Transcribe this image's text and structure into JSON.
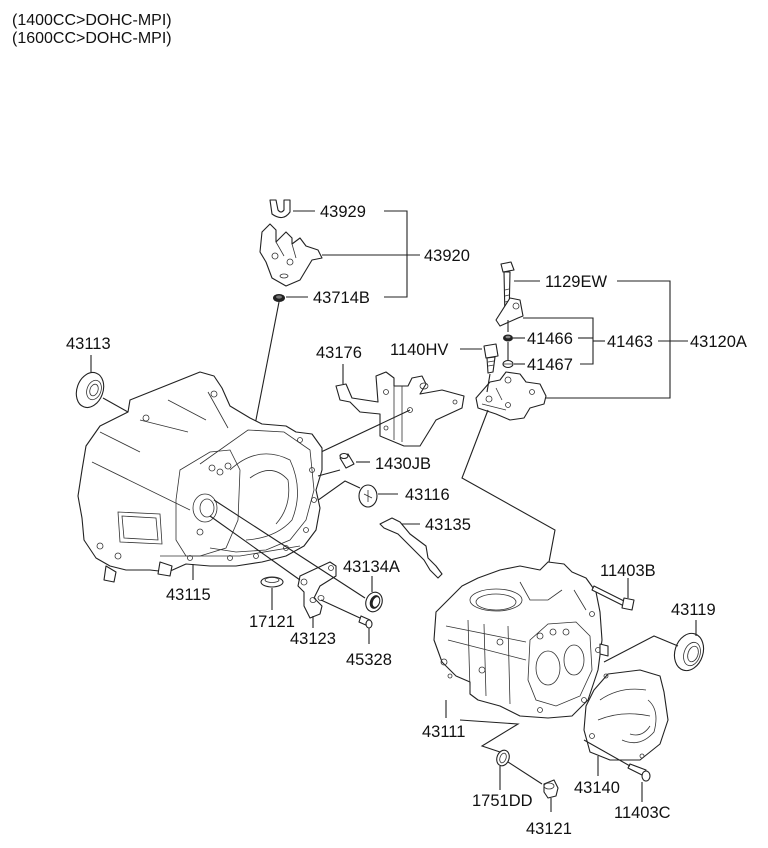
{
  "header": {
    "lines": [
      "(1400CC>DOHC-MPI)",
      "(1600CC>DOHC-MPI)"
    ]
  },
  "diagram": {
    "title": "Transmission case exploded view",
    "parts": {
      "p43929": "43929",
      "p43920": "43920",
      "p43714B": "43714B",
      "p1129EW": "1129EW",
      "p41466": "41466",
      "p41463": "41463",
      "p41467": "41467",
      "p43120A": "43120A",
      "p1140HV": "1140HV",
      "p43113": "43113",
      "p43176": "43176",
      "p1430JB": "1430JB",
      "p43116": "43116",
      "p43135": "43135",
      "p43134A": "43134A",
      "p43115": "43115",
      "p17121": "17121",
      "p43123": "43123",
      "p45328": "45328",
      "p11403B": "11403B",
      "p43119": "43119",
      "p43111": "43111",
      "p1751DD": "1751DD",
      "p43140": "43140",
      "p11403C": "11403C",
      "p43121": "43121"
    }
  }
}
